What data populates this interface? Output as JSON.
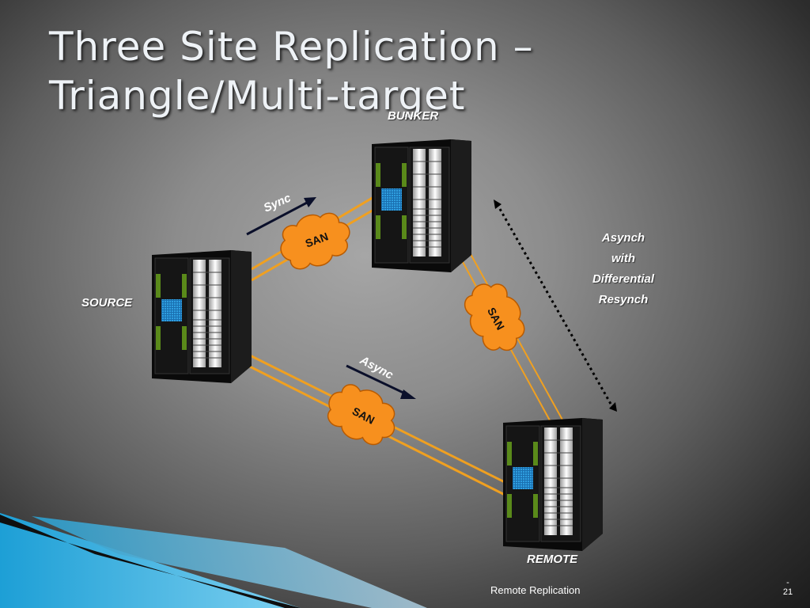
{
  "slide": {
    "title_line1": "Three Site Replication –",
    "title_line2": "Triangle/Multi-target",
    "footer": "Remote Replication",
    "page_dash": "-",
    "page_number": "21"
  },
  "sites": {
    "bunker": "BUNKER",
    "source": "SOURCE",
    "remote": "REMOTE"
  },
  "links": {
    "sync": "Sync",
    "async": "Async",
    "san": "SAN"
  },
  "asynch_note": {
    "line1": "Asynch",
    "line2": "with",
    "line3": "Differential",
    "line4": "Resynch"
  },
  "colors": {
    "link_orange": "#f0a020",
    "cloud_fill": "#f7901e",
    "cloud_stroke": "#b85a00",
    "module_blue": "#1e90d8"
  }
}
